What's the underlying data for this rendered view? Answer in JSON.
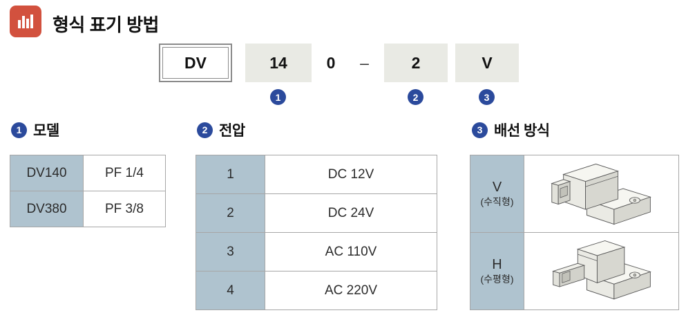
{
  "header": {
    "title": "형식 표기 방법",
    "icon": "bar-chart-icon"
  },
  "code": {
    "prefix": "DV",
    "seg1": "14",
    "seg2": "0",
    "dash": "–",
    "seg3": "2",
    "seg4": "V"
  },
  "markers": {
    "m1": "1",
    "m2": "2",
    "m3": "3"
  },
  "sections": [
    {
      "marker": "1",
      "title": "모델",
      "rows": [
        {
          "key": "DV140",
          "value": "PF 1/4"
        },
        {
          "key": "DV380",
          "value": "PF 3/8"
        }
      ]
    },
    {
      "marker": "2",
      "title": "전압",
      "rows": [
        {
          "key": "1",
          "value": "DC 12V"
        },
        {
          "key": "2",
          "value": "DC 24V"
        },
        {
          "key": "3",
          "value": "AC 110V"
        },
        {
          "key": "4",
          "value": "AC 220V"
        }
      ]
    },
    {
      "marker": "3",
      "title": "배선 방식",
      "rows": [
        {
          "key": "V",
          "sub": "(수직형)",
          "image": "valve-vertical-illustration"
        },
        {
          "key": "H",
          "sub": "(수평형)",
          "image": "valve-horizontal-illustration"
        }
      ]
    }
  ],
  "colors": {
    "accent_blue": "#2B4A9C",
    "icon_red": "#D2513E",
    "cell_blue": "#AFC3CF",
    "code_gray": "#E9EAE4"
  }
}
